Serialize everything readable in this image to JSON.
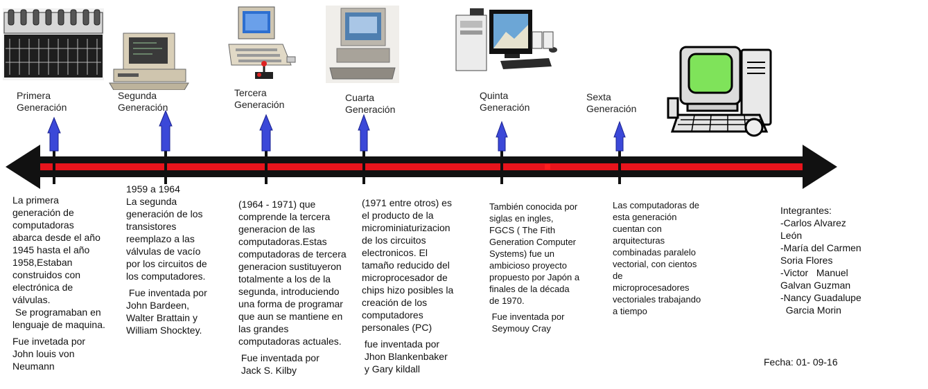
{
  "generations": [
    {
      "title": "Primera\nGeneración",
      "lines": [
        "La primera",
        "generación de",
        "computadoras",
        "abarca desde el año",
        "1945 hasta el año",
        "1958,Estaban",
        "construidos con",
        "electrónica de",
        "válvulas.",
        " Se programaban en",
        "lenguaje de maquina."
      ],
      "credit": [
        "Fue invetada por",
        "John louis von",
        "Neumann"
      ]
    },
    {
      "title": "Segunda\nGeneración",
      "lines": [
        "1959 a 1964",
        "La segunda",
        "generación de los",
        "transistores",
        "reemplazo a las",
        "válvulas de vacío",
        "por los circuitos de",
        "los computadores."
      ],
      "credit": [
        " Fue inventada por",
        "John Bardeen,",
        "Walter Brattain y",
        "William Shocktey."
      ]
    },
    {
      "title": "Tercera\n Generación",
      "lines": [
        "(1964 - 1971) que",
        "comprende la tercera",
        "generacion de las",
        "computadoras.Estas",
        "computadoras de tercera",
        "generacion sustituyeron",
        "totalmente a los de la",
        "segunda, introduciendo",
        "una forma de programar",
        "que aun se mantiene en",
        "las grandes",
        "computadoras actuales."
      ],
      "credit": [
        " Fue inventada por",
        " Jack S. Kilby"
      ]
    },
    {
      "title": "Cuarta\nGeneración",
      "lines": [
        "(1971 entre otros) es",
        "el producto de la",
        "microminiaturizacion",
        "de los circuitos",
        "electronicos. El",
        "tamaño reducido del",
        "microprocesador de",
        "chips hizo posibles la",
        "creación de los",
        "computadores",
        "personales (PC)"
      ],
      "credit": [
        " fue inventada por",
        " Jhon Blankenbaker",
        " y Gary kildall"
      ]
    },
    {
      "title": "Quinta\nGeneración",
      "lines": [
        "También conocida por",
        "siglas en ingles,",
        "FGCS ( The Fith",
        "Generation Computer",
        "Systems) fue un",
        "ambicioso proyecto",
        "propuesto por Japón a",
        "finales de la década",
        "de 1970."
      ],
      "credit": [
        " Fue inventada por",
        " Seymouy Cray"
      ]
    },
    {
      "title": "Sexta\nGeneración",
      "lines": [
        "Las computadoras de",
        "esta generación",
        "cuentan con",
        "arquitecturas",
        "combinadas paralelo",
        "vectorial, con cientos",
        "de",
        "microprocesadores",
        "vectoriales trabajando",
        "a tiempo"
      ],
      "credit": []
    }
  ],
  "members": {
    "heading": "Integrantes:",
    "lines": [
      "-Carlos Alvarez",
      "León",
      "-María del Carmen",
      "Soria Flores",
      "-Victor   Manuel",
      "Galvan Guzman",
      "-Nancy Guadalupe",
      "  Garcia Morin"
    ]
  },
  "date": "Fecha: 01- 09-16",
  "colors": {
    "axis": "#111111",
    "axis_center": "#e8141c",
    "arrow_up": "#3b48d8"
  },
  "icons": [
    "vacuum-tube-panel-icon",
    "desktop-computer-icon",
    "home-computer-joystick-icon",
    "crt-computer-icon",
    "tower-computer-icon",
    "cartoon-computer-icon"
  ]
}
